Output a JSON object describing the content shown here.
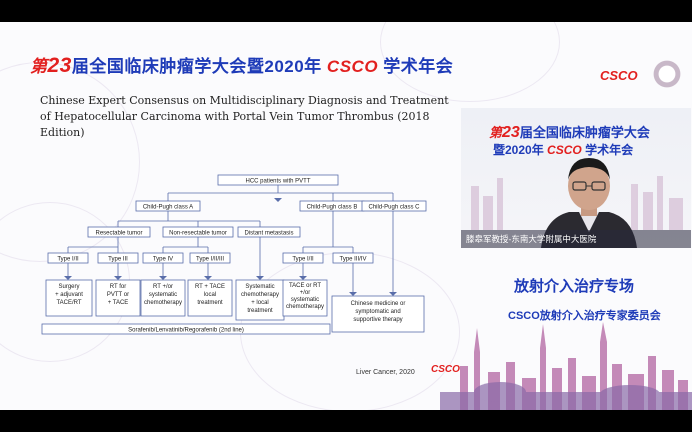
{
  "colors": {
    "brand_blue": "#1e3bb8",
    "brand_red": "#e2201f",
    "chart_box": "#5a6eaa"
  },
  "banner": {
    "prefix": "第",
    "number": "23",
    "middle": "届全国临床肿瘤学大会暨2020年",
    "csco": "CSCO",
    "suffix": "学术年会"
  },
  "logo": {
    "text": "CSCO"
  },
  "paper_title": "Chinese Expert Consensus on Multidisciplinary Diagnosis and Treatment of Hepatocellular Carcinoma with Portal Vein Tumor Thrombus (2018 Edition)",
  "flowchart": {
    "root": "HCC patients with PVTT",
    "class_a": "Child-Pugh class A",
    "class_b": "Child-Pugh class B",
    "class_c": "Child-Pugh class C",
    "resectable": "Resectable tumor",
    "non_resectable": "Non-resectable tumor",
    "distant": "Distant metastasis",
    "type_i_ii_a": "Type I/II",
    "type_iii_a": "Type III",
    "type_iv_a": "Type IV",
    "type_i_iii_a": "Type I/II/III",
    "type_i_ii_b": "Type I/II",
    "type_iii_iv_b": "Type III/IV",
    "surgery": [
      "Surgery",
      "+ adjuvant",
      "TACE/RT"
    ],
    "rt_pvtt": [
      "RT for",
      "PVTT or",
      "+ TACE"
    ],
    "rt_systemic": [
      "RT +/or",
      "systematic",
      "chemotherapy"
    ],
    "rt_tace_local": [
      "RT + TACE",
      "local",
      "treatment"
    ],
    "systematic_local": [
      "Systematic",
      "chemotherapy",
      "+ local",
      "treatment"
    ],
    "tace_rt_systemic": [
      "TACE or RT",
      "+/or",
      "systematic",
      "chemotherapy"
    ],
    "chinese_medicine": [
      "Chinese medicine or",
      "symptomatic and",
      "supportive therapy"
    ],
    "second_line": "Sorafenib/Lenvatinib/Regorafenib (2nd line)"
  },
  "citation": "Liver Cancer, 2020",
  "video": {
    "banner_prefix": "第",
    "banner_number": "23",
    "banner_line1": "届全国临床肿瘤学大会",
    "banner_line2_pre": "暨2020年",
    "banner_csco": "CSCO",
    "banner_line2_post": "学术年会",
    "caption": "滕皋军教授-东南大学附属中大医院"
  },
  "session": {
    "title": "放射介入治疗专场",
    "subtitle": "CSCO放射介入治疗专家委员会"
  },
  "skyline_logo": "CSCO"
}
